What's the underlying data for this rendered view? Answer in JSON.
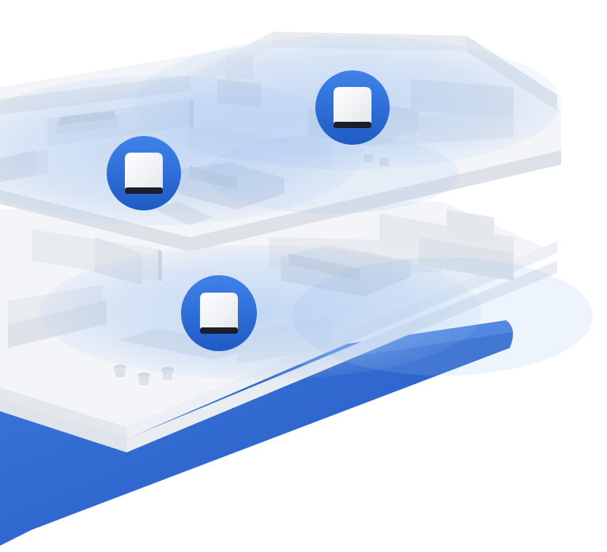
{
  "scene": {
    "subject": "two-floor-house-mesh-wifi-coverage",
    "colors": {
      "background": "#ffffff",
      "base_plate": "#2d6ad2",
      "base_plate_light": "#4f8be6",
      "coverage": "#9cc0f0",
      "node_ring": "#2f72e0",
      "node_ring_dark": "#1f5bc4",
      "node_body": "#f4f5f7",
      "node_base": "#1b1f2a",
      "floor_top": "#f3f5f8",
      "floor_edge": "#dfe3ea",
      "wall": "#e8ebf0",
      "wall_shadow": "#d3d8e0",
      "furniture": "#dde1e8"
    },
    "floors": 2,
    "mesh_nodes": [
      {
        "id": "node-upper-right",
        "floor": "upper"
      },
      {
        "id": "node-upper-left",
        "floor": "upper"
      },
      {
        "id": "node-lower-center",
        "floor": "lower"
      }
    ]
  }
}
